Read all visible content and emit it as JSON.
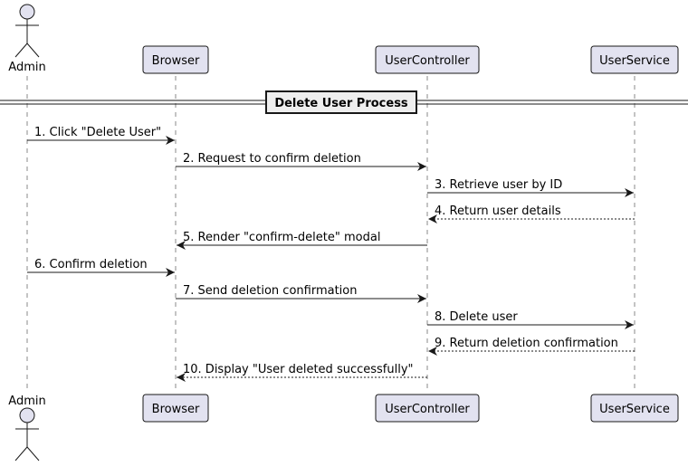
{
  "participants": [
    {
      "id": "admin",
      "label": "Admin",
      "kind": "actor"
    },
    {
      "id": "browser",
      "label": "Browser",
      "kind": "participant"
    },
    {
      "id": "usercontroller",
      "label": "UserController",
      "kind": "participant"
    },
    {
      "id": "userservice",
      "label": "UserService",
      "kind": "participant"
    }
  ],
  "group_label": "Delete User Process",
  "messages": [
    {
      "from": "admin",
      "to": "browser",
      "label": "1. Click \"Delete User\"",
      "style": "solid"
    },
    {
      "from": "browser",
      "to": "usercontroller",
      "label": "2. Request to confirm deletion",
      "style": "solid"
    },
    {
      "from": "usercontroller",
      "to": "userservice",
      "label": "3. Retrieve user by ID",
      "style": "solid"
    },
    {
      "from": "userservice",
      "to": "usercontroller",
      "label": "4. Return user details",
      "style": "dashed"
    },
    {
      "from": "usercontroller",
      "to": "browser",
      "label": "5. Render \"confirm-delete\" modal",
      "style": "solid"
    },
    {
      "from": "admin",
      "to": "browser",
      "label": "6. Confirm deletion",
      "style": "solid"
    },
    {
      "from": "browser",
      "to": "usercontroller",
      "label": "7. Send deletion confirmation",
      "style": "solid"
    },
    {
      "from": "usercontroller",
      "to": "userservice",
      "label": "8. Delete user",
      "style": "solid"
    },
    {
      "from": "userservice",
      "to": "usercontroller",
      "label": "9. Return deletion confirmation",
      "style": "dashed"
    },
    {
      "from": "usercontroller",
      "to": "browser",
      "label": "10. Display \"User deleted successfully\"",
      "style": "dashed"
    }
  ],
  "colors": {
    "participant_fill": "#E2E2F0",
    "participant_border": "#181818",
    "lifeline": "#888888",
    "arrow": "#181818",
    "group_fill": "#EEEEEE"
  }
}
